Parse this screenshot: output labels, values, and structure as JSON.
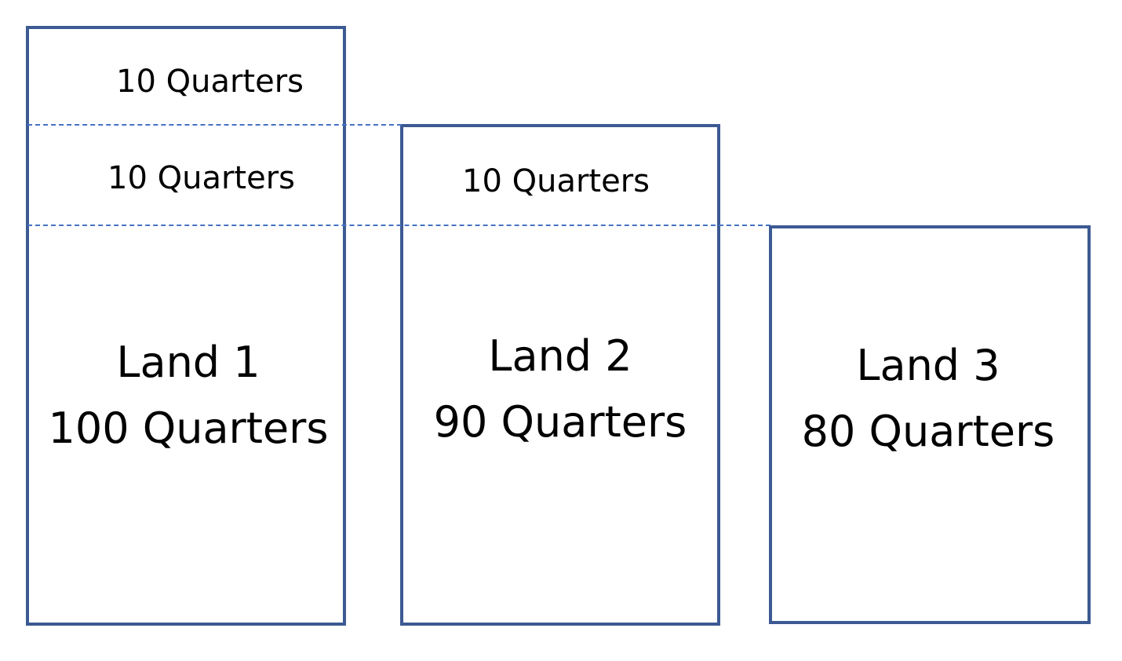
{
  "strips": [
    "10 Quarters",
    "10 Quarters",
    "10 Quarters"
  ],
  "lands": [
    {
      "name": "Land 1",
      "quarters": "100 Quarters"
    },
    {
      "name": "Land 2",
      "quarters": "90 Quarters"
    },
    {
      "name": "Land 3",
      "quarters": "80 Quarters"
    }
  ],
  "colors": {
    "box_border": "#3c5a93",
    "dashed_line": "#4472c4",
    "text": "#000000"
  }
}
